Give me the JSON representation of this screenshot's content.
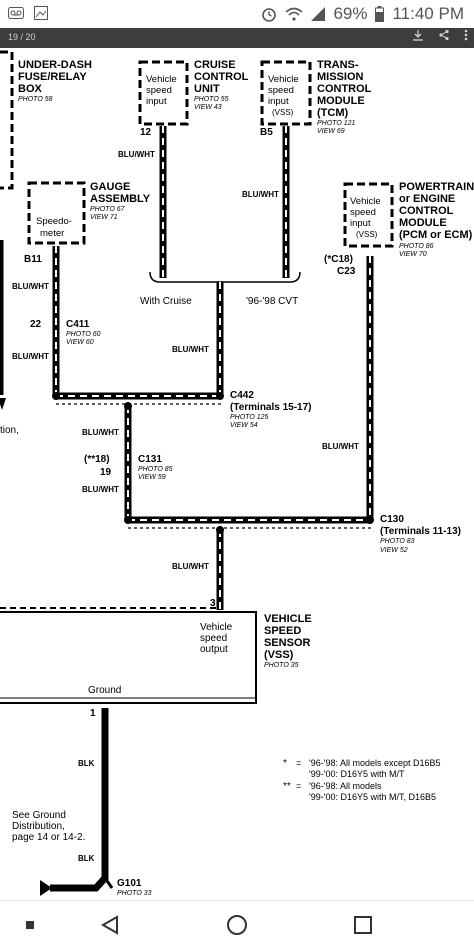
{
  "status_bar": {
    "battery": "69%",
    "time": "11:40 PM"
  },
  "viewer": {
    "page_indicator": "19 / 20"
  },
  "components": {
    "under_dash_box": {
      "title_lines": [
        "UNDER-DASH",
        "FUSE/RELAY",
        "BOX"
      ],
      "photo": "PHOTO 58"
    },
    "cruise_control": {
      "inner_lines": [
        "Vehicle",
        "speed",
        "input"
      ],
      "title_lines": [
        "CRUISE",
        "CONTROL",
        "UNIT"
      ],
      "photo": "PHOTO  55",
      "view": "VIEW 43",
      "pin": "12"
    },
    "tcm": {
      "inner_lines": [
        "Vehicle",
        "speed",
        "input",
        "(VSS)"
      ],
      "title_lines": [
        "TRANS-",
        "MISSION",
        "CONTROL",
        "MODULE",
        "(TCM)"
      ],
      "photo": "PHOTO 121",
      "view": "VIEW 69",
      "pin": "B5"
    },
    "gauge_assembly": {
      "inner_lines": [
        "Speedo-",
        "meter"
      ],
      "title_lines": [
        "GAUGE",
        "ASSEMBLY"
      ],
      "photo": "PHOTO  67",
      "view": "VIEW 71",
      "pin": "B11"
    },
    "pcm": {
      "inner_lines": [
        "Vehicle",
        "speed",
        "input",
        "(VSS)"
      ],
      "title_lines": [
        "POWERTRAIN",
        "or ENGINE",
        "CONTROL",
        "MODULE",
        "(PCM or ECM)"
      ],
      "photo": "PHOTO 86",
      "view": "VIEW 70",
      "pin_note": "(*C18)",
      "pin": "C23"
    },
    "vss": {
      "inner_lines": [
        "Vehicle",
        "speed",
        "output"
      ],
      "title_lines": [
        "VEHICLE",
        "SPEED",
        "SENSOR",
        "(VSS)"
      ],
      "photo": "PHOTO 35",
      "ground_label": "Ground",
      "pin_top": "3",
      "pin_bottom": "1"
    }
  },
  "wires": {
    "blu_wht": "BLU/WHT",
    "blk": "BLK"
  },
  "labels": {
    "with_cruise": "With Cruise",
    "cvt": "'96-'98 CVT",
    "left_cut": "tion,"
  },
  "connectors": {
    "c411": {
      "pin": "22",
      "name": "C411",
      "photo": "PHOTO 60",
      "view": "VIEW 60"
    },
    "c442": {
      "name": "C442",
      "terminals": "(Terminals 15-17)",
      "photo": "PHOTO 125",
      "view": "VIEW 54"
    },
    "c131": {
      "pin_note": "(**18)",
      "pin": "19",
      "name": "C131",
      "photo": "PHOTO 85",
      "view": "VIEW 59"
    },
    "c130": {
      "name": "C130",
      "terminals": "(Terminals 11-13)",
      "photo": "PHOTO 83",
      "view": "VIEW 52"
    },
    "g101": {
      "name": "G101",
      "photo": "PHOTO 33"
    }
  },
  "ground_note": [
    "See Ground",
    "Distribution,",
    "page 14 or 14-2."
  ],
  "footnotes": [
    {
      "mark": "*",
      "eq": "=",
      "lines": [
        "'96-'98: All models except D16B5",
        "'99-'00: D16Y5 with M/T"
      ]
    },
    {
      "mark": "**",
      "eq": "=",
      "lines": [
        "'96-'98: All models",
        "'99-'00: D16Y5 with M/T, D16B5"
      ]
    }
  ]
}
